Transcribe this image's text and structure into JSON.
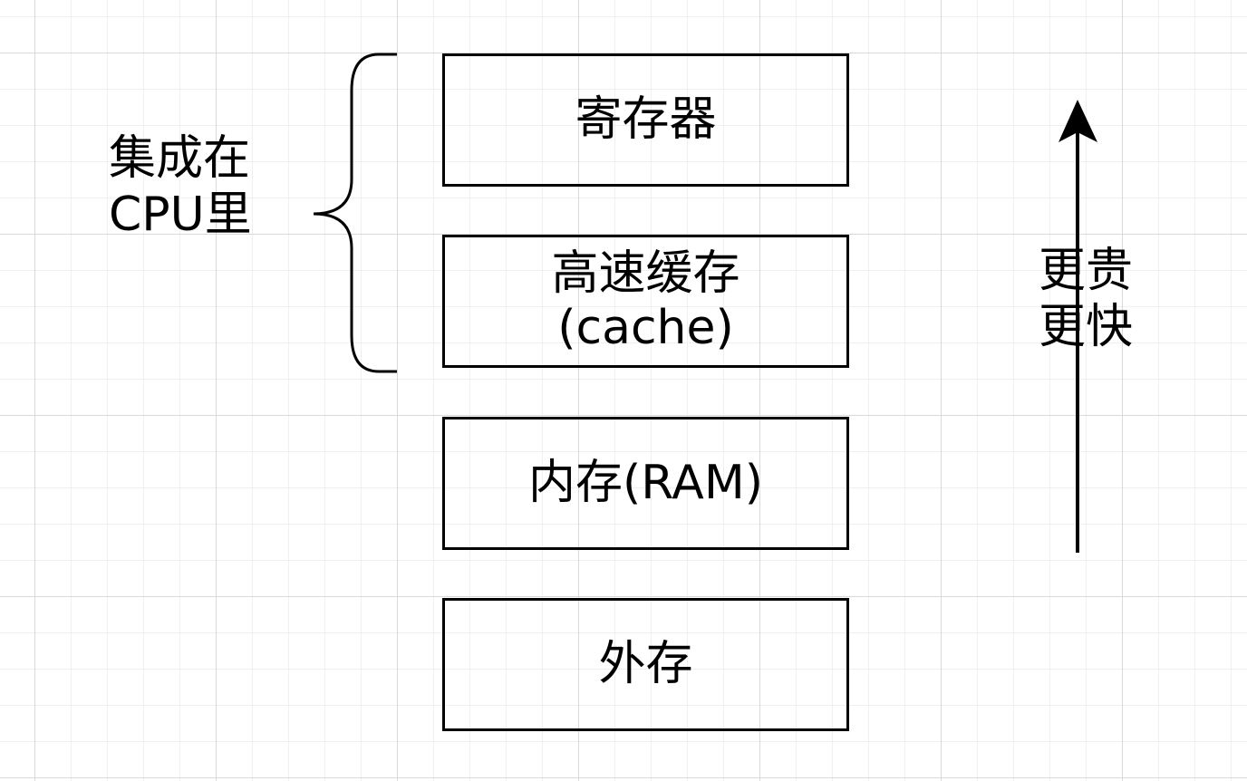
{
  "boxes": {
    "register": {
      "label": "寄存器"
    },
    "cache": {
      "label_line1": "高速缓存",
      "label_line2": "(cache)"
    },
    "ram": {
      "label": "内存(RAM)"
    },
    "external": {
      "label": "外存"
    }
  },
  "cpu_group": {
    "label_line1": "集成在",
    "label_line2": "CPU里"
  },
  "arrow": {
    "label_line1": "更贵",
    "label_line2": "更快"
  },
  "colors": {
    "stroke": "#000000",
    "background": "#ffffff",
    "grid": "#d9d9d9"
  }
}
